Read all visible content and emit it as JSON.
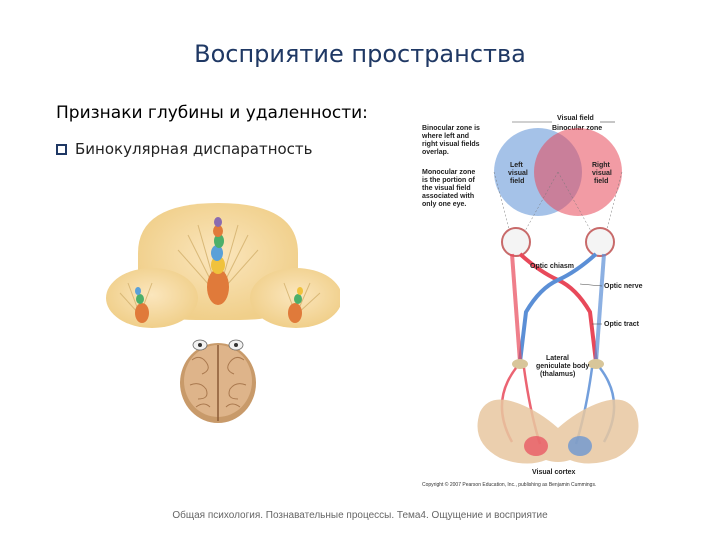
{
  "slide": {
    "title": "Восприятие пространства",
    "subtitle": "Признаки глубины и удаленности:",
    "bullet": "Бинокулярная диспаратность",
    "footer": "Общая психология. Познавательные процессы. Тема4. Ощущение и восприятие"
  },
  "diagram": {
    "visual_field": "Visual field",
    "binocular_zone": "Binocular zone",
    "binocular_note": [
      "Binocular zone is",
      "where left and",
      "right visual fields",
      "overlap."
    ],
    "monocular_note": [
      "Monocular zone",
      "is the portion of",
      "the visual field",
      "associated with",
      "only one eye."
    ],
    "left_field": [
      "Left",
      "visual",
      "field"
    ],
    "right_field": [
      "Right",
      "visual",
      "field"
    ],
    "optic_chiasm": "Optic chiasm",
    "optic_nerve": "Optic nerve",
    "optic_tract": "Optic tract",
    "lgn": [
      "Lateral",
      "geniculate body",
      "(thalamus)"
    ],
    "visual_cortex": "Visual cortex",
    "copyright": "Copyright © 2007 Pearson Education, Inc., publishing as Benjamin Cummings.",
    "colors": {
      "left": "#e8495a",
      "right": "#5b8fd6",
      "overlap": "#a78ab8",
      "fan": "#f4d9a0"
    }
  }
}
